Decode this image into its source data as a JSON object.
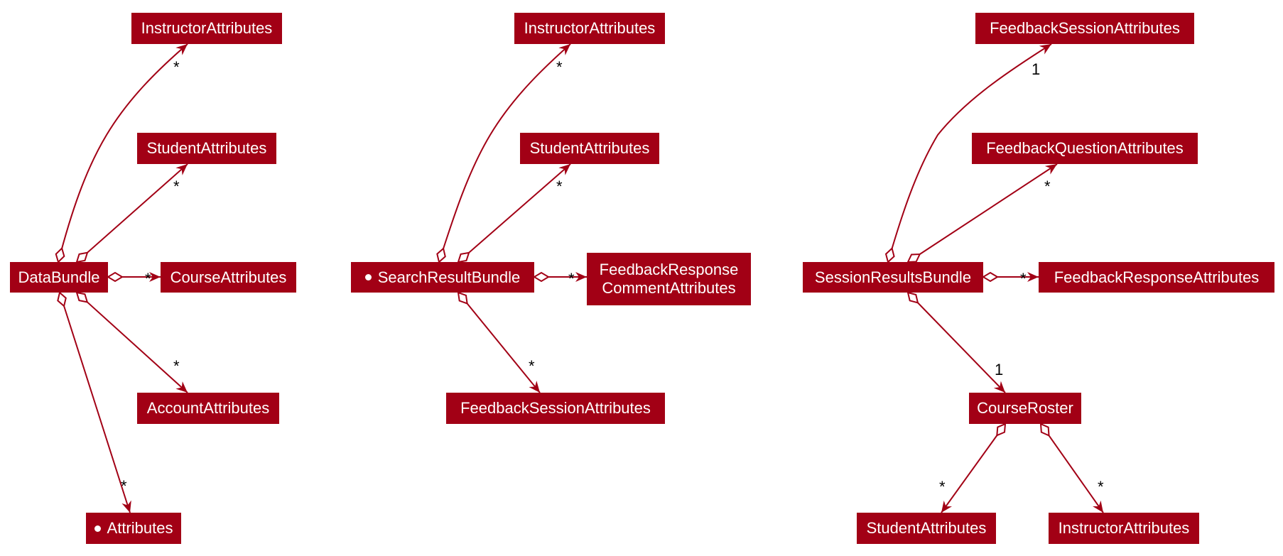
{
  "colors": {
    "box": "#a20015",
    "text": "#ffffff",
    "line": "#a20015"
  },
  "groups": [
    {
      "name": "DataBundle",
      "root": {
        "label": "DataBundle"
      },
      "children": [
        {
          "label": "InstructorAttributes",
          "multiplicity": "*"
        },
        {
          "label": "StudentAttributes",
          "multiplicity": "*"
        },
        {
          "label": "CourseAttributes",
          "multiplicity": "*"
        },
        {
          "label": "AccountAttributes",
          "multiplicity": "*"
        },
        {
          "label": "Attributes",
          "multiplicity": "*",
          "marker": "bullet"
        }
      ]
    },
    {
      "name": "SearchResultBundle",
      "root": {
        "label": "SearchResultBundle",
        "marker": "bullet"
      },
      "children": [
        {
          "label": "InstructorAttributes",
          "multiplicity": "*"
        },
        {
          "label": "StudentAttributes",
          "multiplicity": "*"
        },
        {
          "label_lines": [
            "FeedbackResponse",
            "CommentAttributes"
          ],
          "multiplicity": "*"
        },
        {
          "label": "FeedbackSessionAttributes",
          "multiplicity": "*"
        }
      ]
    },
    {
      "name": "SessionResultsBundle",
      "root": {
        "label": "SessionResultsBundle"
      },
      "children": [
        {
          "label": "FeedbackSessionAttributes",
          "multiplicity": "1"
        },
        {
          "label": "FeedbackQuestionAttributes",
          "multiplicity": "*"
        },
        {
          "label": "FeedbackResponseAttributes",
          "multiplicity": "*"
        },
        {
          "label": "CourseRoster",
          "multiplicity": "1"
        }
      ],
      "sub": {
        "root": {
          "label": "CourseRoster"
        },
        "children": [
          {
            "label": "StudentAttributes",
            "multiplicity": "*"
          },
          {
            "label": "InstructorAttributes",
            "multiplicity": "*"
          }
        ]
      }
    }
  ]
}
